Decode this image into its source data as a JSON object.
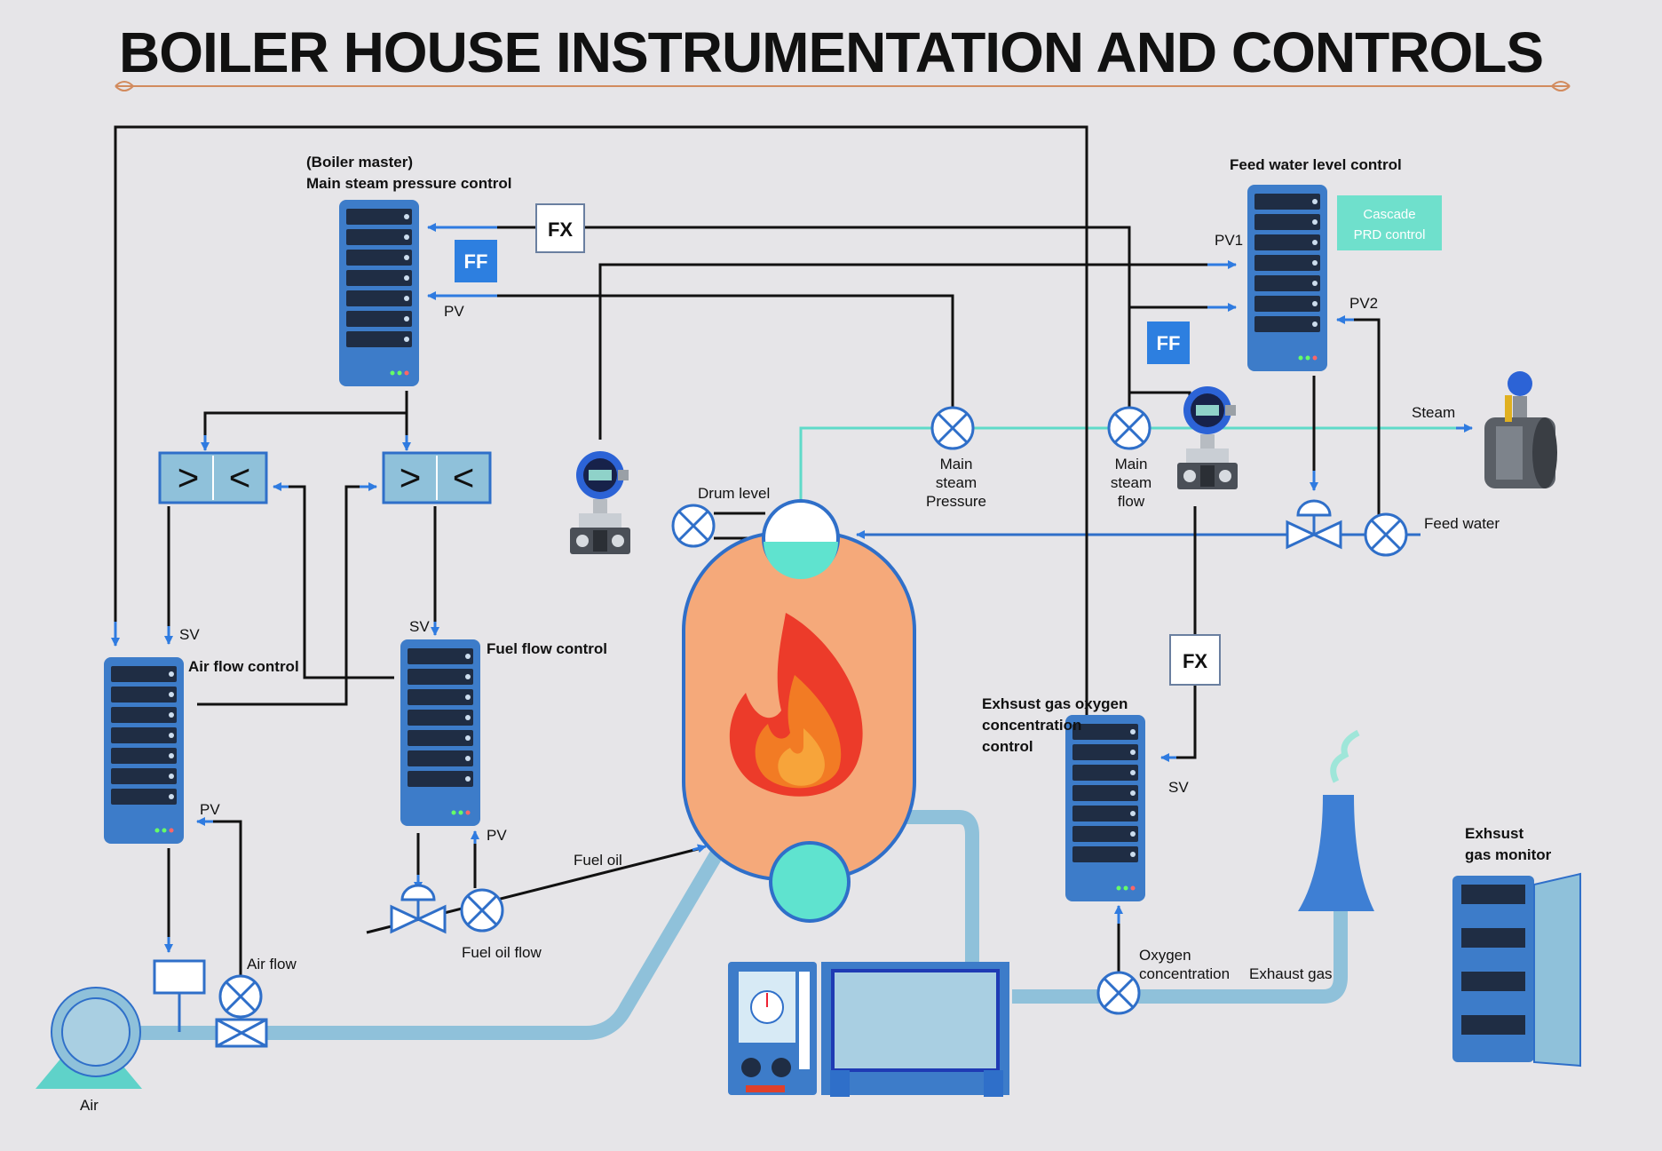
{
  "title": "BOILER HOUSE INSTRUMENTATION AND CONTROLS",
  "labels": {
    "boiler_master": "(Boiler master)",
    "main_steam_pressure_control": "Main steam pressure control",
    "feed_water_level_control": "Feed water level control",
    "cascade_line1": "Cascade",
    "cascade_line2": "PRD control",
    "pv1": "PV1",
    "pv2": "PV2",
    "pv_master": "PV",
    "pv_air": "PV",
    "pv_fuel": "PV",
    "sv_air": "SV",
    "sv_fuel": "SV",
    "sv_oxygen": "SV",
    "air_flow_control": "Air flow control",
    "fuel_flow_control": "Fuel flow control",
    "exhaust_o2_line1": "Exhsust gas oxygen",
    "exhaust_o2_line2": "concentration",
    "exhaust_o2_line3": "control",
    "drum_level": "Drum level",
    "main_steam_pressure_1": "Main",
    "main_steam_pressure_2": "steam",
    "main_steam_pressure_3": "Pressure",
    "main_steam_flow_1": "Main",
    "main_steam_flow_2": "steam",
    "main_steam_flow_3": "flow",
    "steam": "Steam",
    "feed_water": "Feed water",
    "fuel_oil": "Fuel oil",
    "fuel_oil_flow": "Fuel oil flow",
    "air_flow": "Air flow",
    "air": "Air",
    "oxygen_1": "Oxygen",
    "oxygen_2": "concentration",
    "exhaust_gas": "Exhaust gas",
    "monitor_1": "Exhsust",
    "monitor_2": "gas monitor",
    "fx": "FX",
    "ff": "FF",
    "gt": ">",
    "lt": "<"
  },
  "icons": {
    "controller": "server-rack-icon",
    "valve": "control-valve-icon",
    "sensor": "flow-sensor-icon",
    "transmitter": "pressure-transmitter-icon",
    "boiler": "boiler-flame-icon",
    "stack": "chimney-icon",
    "fan": "air-blower-icon"
  },
  "colors": {
    "background": "#e6e5e8",
    "rack": "#3d7cc9",
    "rack_slot": "#1f2d44",
    "signal": "#3a7bd5",
    "steam_line": "#5fdac9",
    "pipe": "#8fc1da",
    "boiler_body": "#f5a97a",
    "drum": "#5fe3cf",
    "ff_box": "#2d7fe0",
    "cascade_box": "#6fe0cc"
  }
}
